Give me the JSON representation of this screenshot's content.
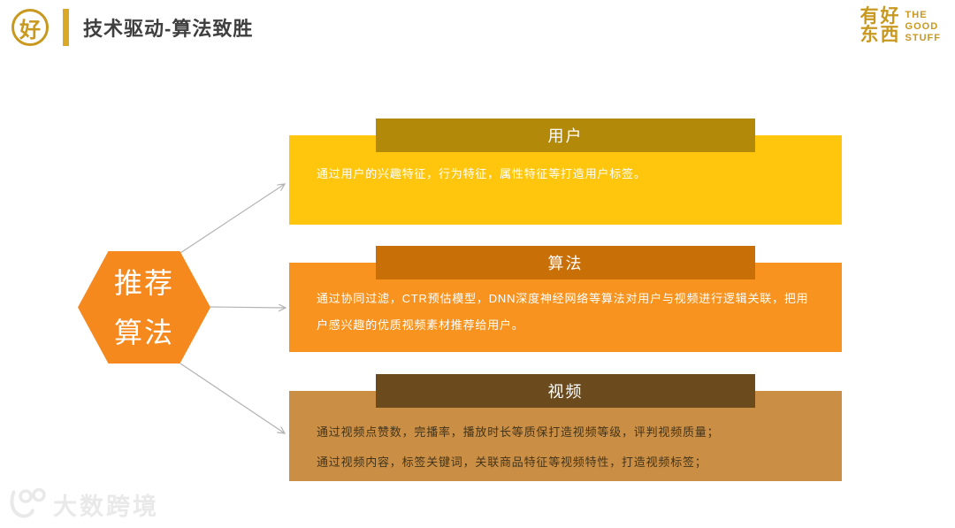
{
  "header": {
    "logo_char": "好",
    "title": "技术驱动-算法致胜"
  },
  "brand": {
    "cn_line1": "有好",
    "cn_line2": "东西",
    "en_line1": "THE",
    "en_line2": "GOOD",
    "en_line3": "STUFF"
  },
  "hexagon": {
    "line1": "推荐",
    "line2": "算法"
  },
  "nodes": [
    {
      "title": "用户",
      "body1": "通过用户的兴趣特征，行为特征，属性特征等打造用户标签。",
      "bg": "#FFC60D",
      "header_bg": "#B3890A",
      "text_color": "#FFFFFF"
    },
    {
      "title": "算法",
      "body1": "通过协同过滤，CTR预估模型，DNN深度神经网络等算法对用户与视频进行逻辑关联，把用户感兴趣的优质视频素材推荐给用户。",
      "bg": "#F7931E",
      "header_bg": "#C96F08",
      "text_color": "#FFFFFF"
    },
    {
      "title": "视频",
      "body1": "通过视频点赞数，完播率，播放时长等质保打造视频等级，评判视频质量；",
      "body2": "通过视频内容，标签关键词，关联商品特征等视频特性，打造视频标签；",
      "bg": "#CA8F45",
      "header_bg": "#6B4A1E",
      "text_color": "#44341A"
    }
  ],
  "watermark": {
    "text": "大数跨境"
  },
  "colors": {
    "brand_gold": "#C9981F",
    "hexagon_orange": "#F6891E",
    "arrow_gray": "#B3B3B3",
    "title_text": "#3F3F3F",
    "watermark_gray": "#E9E9E9"
  }
}
